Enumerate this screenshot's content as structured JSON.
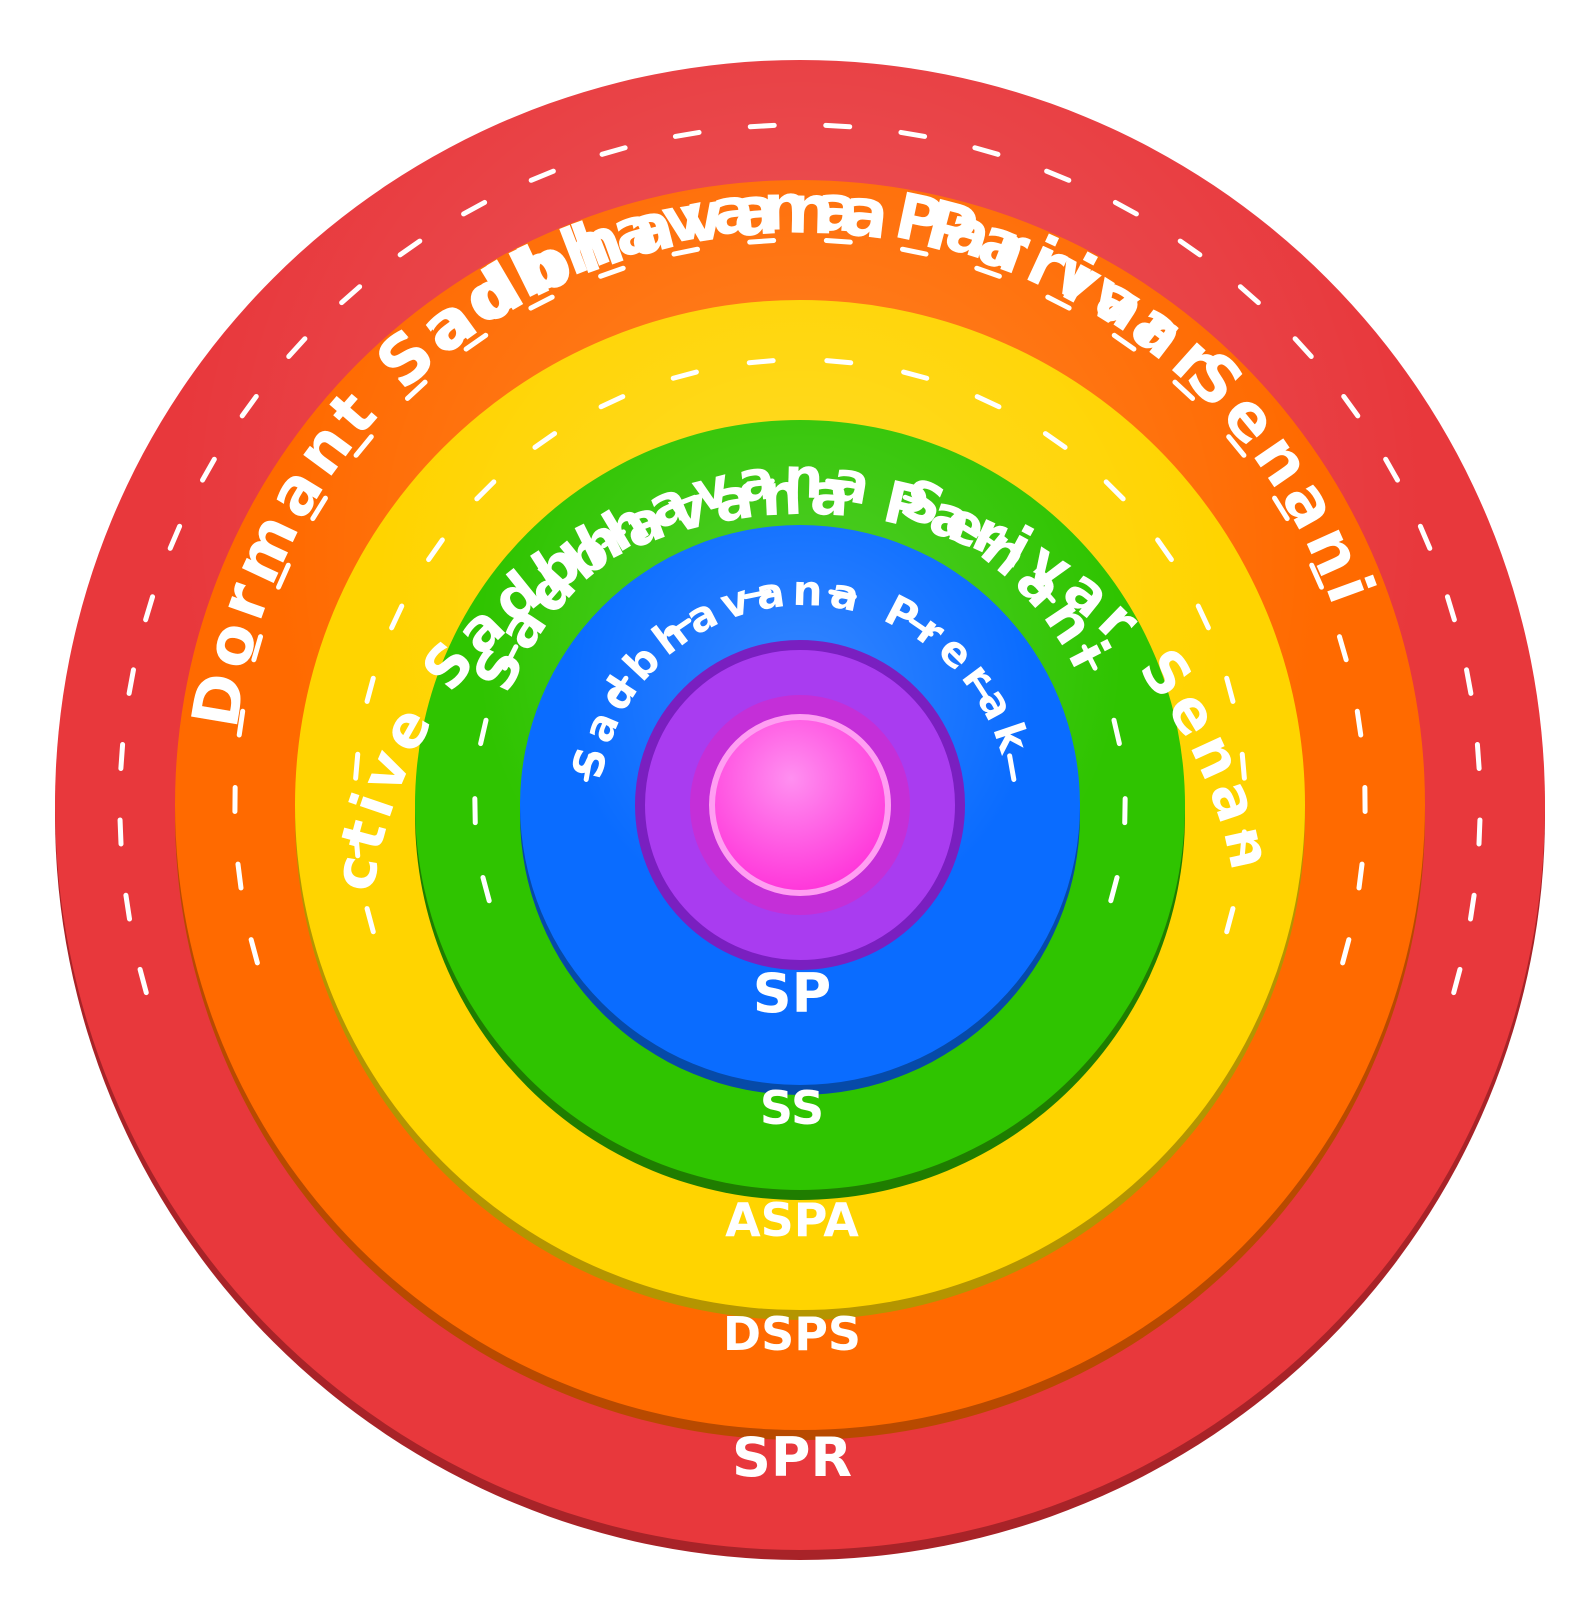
{
  "rings": [
    {
      "id": "outer",
      "title": "Sadbhavana Parivar",
      "abbr": "SPR",
      "color": "#e8383c",
      "shade": "#a82328"
    },
    {
      "id": "dormant",
      "title": "Dormant Sadbhavana Parivar Senani",
      "abbr": "DSPS",
      "color": "#ff6a00",
      "shade": "#b84a00"
    },
    {
      "id": "active",
      "title": "Active Sadbhavana Parivar Senani",
      "abbr": "ASPA",
      "color": "#ffd400",
      "shade": "#b49500"
    },
    {
      "id": "senani",
      "title": "Sadbhavana Senani",
      "abbr": "SS",
      "color": "#2fc400",
      "shade": "#1f7d00"
    },
    {
      "id": "prerak",
      "title": "Sadbhavana Prerak",
      "abbr": "SP",
      "color": "#0a6cff",
      "shade": "#064aa8"
    }
  ],
  "core": {
    "outer_color": "#a93cf0",
    "inner_color": "#ff4be0"
  }
}
